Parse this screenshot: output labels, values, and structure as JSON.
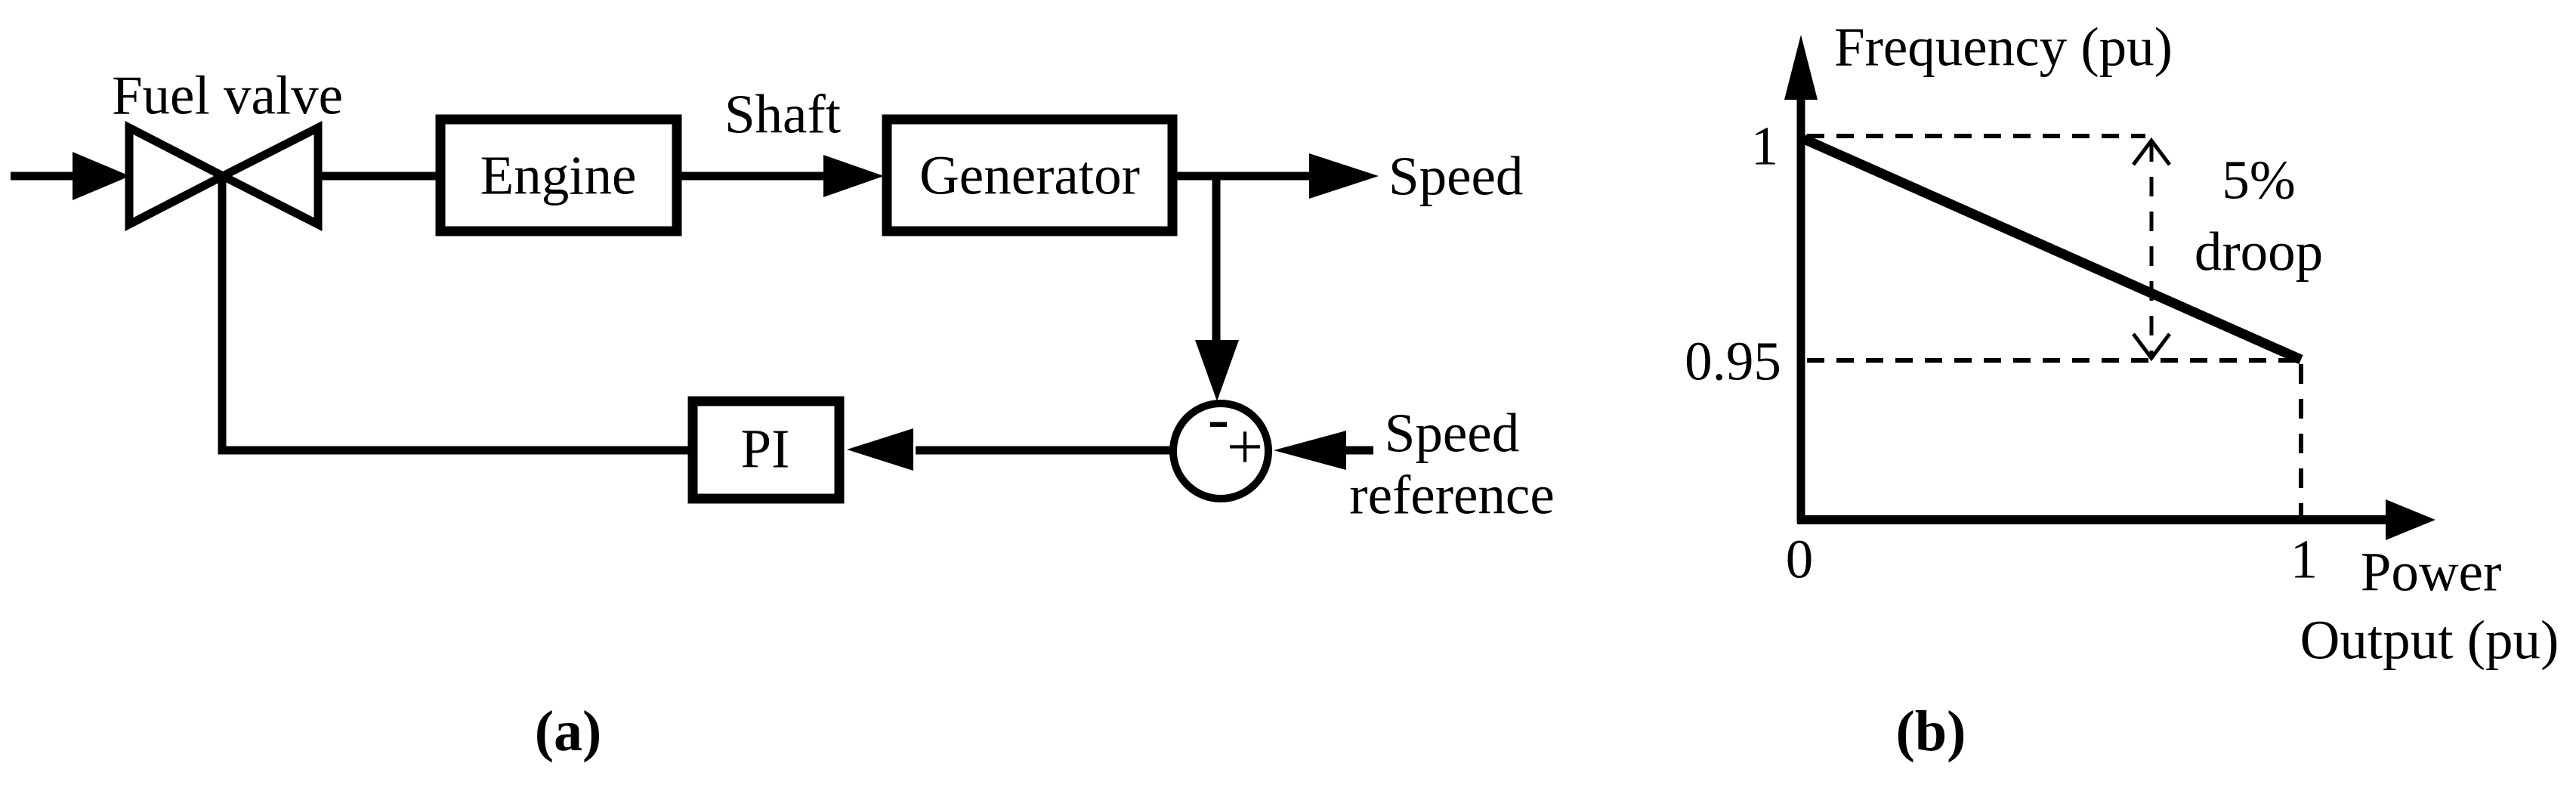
{
  "colors": {
    "ink": "#000000",
    "paper": "#ffffff"
  },
  "panel_a": {
    "caption": "(a)",
    "valve_label": "Fuel valve",
    "engine_label": "Engine",
    "shaft_label": "Shaft",
    "generator_label": "Generator",
    "speed_label": "Speed",
    "pi_label": "PI",
    "sum_minus": "-",
    "sum_plus": "+",
    "reference_label_line1": "Speed",
    "reference_label_line2": "reference"
  },
  "panel_b": {
    "caption": "(b)",
    "y_axis_title": "Frequency (pu)",
    "x_axis_title_line1": "Power",
    "x_axis_title_line2": "Output (pu)",
    "y_tick_top": "1",
    "y_tick_bottom": "0.95",
    "x_tick_left": "0",
    "x_tick_right": "1",
    "annotation_line1": "5%",
    "annotation_line2": "droop",
    "chart_data": {
      "type": "line",
      "x": [
        0,
        1
      ],
      "y": [
        1,
        0.95
      ],
      "xlabel": "Power Output (pu)",
      "ylabel": "Frequency (pu)",
      "xlim": [
        0,
        1
      ],
      "ylim": [
        0.95,
        1
      ],
      "annotation": "5% droop",
      "grid": false
    }
  }
}
